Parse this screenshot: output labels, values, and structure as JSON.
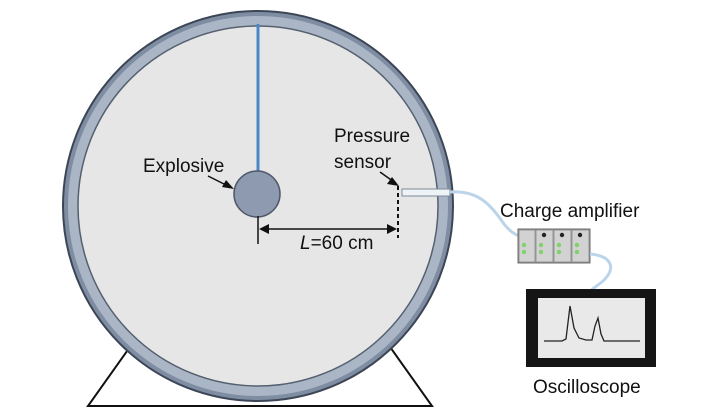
{
  "labels": {
    "explosive": "Explosive",
    "pressure_line1": "Pressure",
    "pressure_line2": "sensor",
    "distance_var": "L",
    "distance_value": "=60 cm",
    "amplifier": "Charge amplifier",
    "oscilloscope": "Oscilloscope"
  },
  "colors": {
    "chamber_ring": "#8a97ab",
    "chamber_inner": "#e6e6e6",
    "explosive": "#8e9ab0",
    "wire": "#4a86c8",
    "cable": "#bcd4ea",
    "led_green": "#7fd36b",
    "screen": "#e9e9e9",
    "frame": "#151515"
  }
}
